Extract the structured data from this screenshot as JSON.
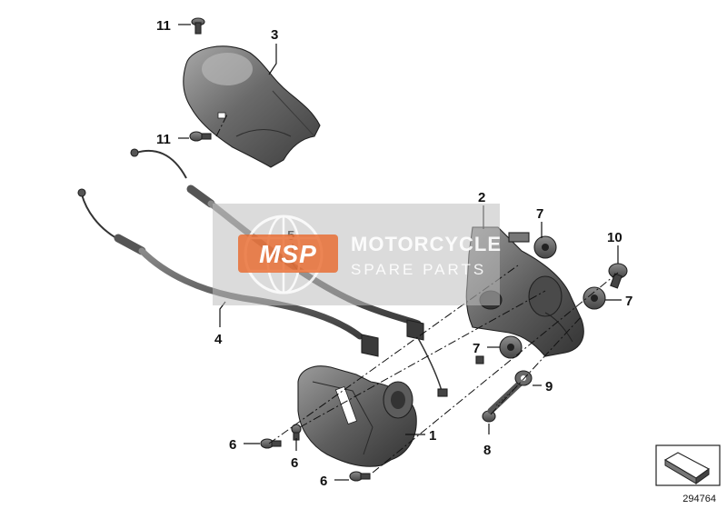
{
  "diagram": {
    "reference_number": "294764",
    "callouts": [
      {
        "id": "1",
        "label": "1"
      },
      {
        "id": "2",
        "label": "2"
      },
      {
        "id": "3",
        "label": "3"
      },
      {
        "id": "4",
        "label": "4"
      },
      {
        "id": "5",
        "label": "5"
      },
      {
        "id": "6a",
        "label": "6"
      },
      {
        "id": "6b",
        "label": "6"
      },
      {
        "id": "6c",
        "label": "6"
      },
      {
        "id": "7a",
        "label": "7"
      },
      {
        "id": "7b",
        "label": "7"
      },
      {
        "id": "7c",
        "label": "7"
      },
      {
        "id": "8",
        "label": "8"
      },
      {
        "id": "9",
        "label": "9"
      },
      {
        "id": "10",
        "label": "10"
      },
      {
        "id": "11a",
        "label": "11"
      },
      {
        "id": "11b",
        "label": "11"
      }
    ]
  },
  "watermark": {
    "logo_text": "MSP",
    "line1": "MOTORCYCLE",
    "line2": "SPARE PARTS",
    "accent_color": "#e8682a"
  }
}
